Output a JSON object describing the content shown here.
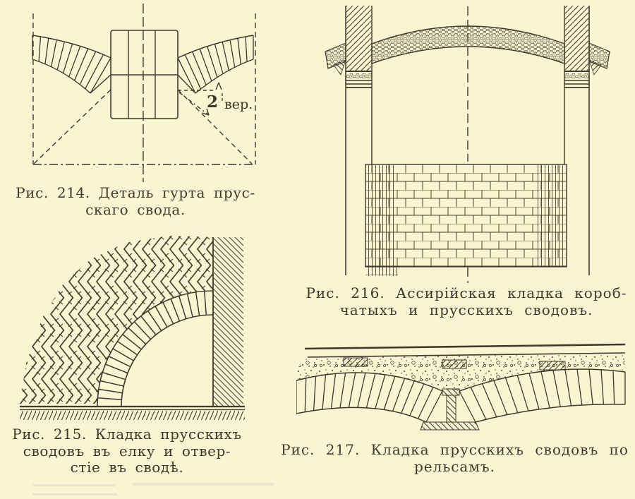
{
  "page": {
    "background_color": "#faf4d2",
    "ink_color": "#3e392a",
    "description": "Scanned book page with four masonry vault figures"
  },
  "figures": {
    "fig214": {
      "caption_lines": [
        "Рис. 214.  Деталь гурта прус-",
        "скаго свода."
      ],
      "dimension_number": "2",
      "dimension_unit": "вер."
    },
    "fig215": {
      "caption_lines": [
        "Рис. 215. Кладка прусскихъ",
        "сводовъ въ елку и отвер-",
        "стіе въ сводѣ."
      ]
    },
    "fig216": {
      "caption_lines": [
        "Рис. 216.  Ассирійская кладка короб-",
        "чатыхъ и прусскихъ сводовъ."
      ]
    },
    "fig217": {
      "caption_lines": [
        "Рис. 217.  Кладка прусскихъ сводовъ по",
        "рельсамъ."
      ]
    }
  }
}
